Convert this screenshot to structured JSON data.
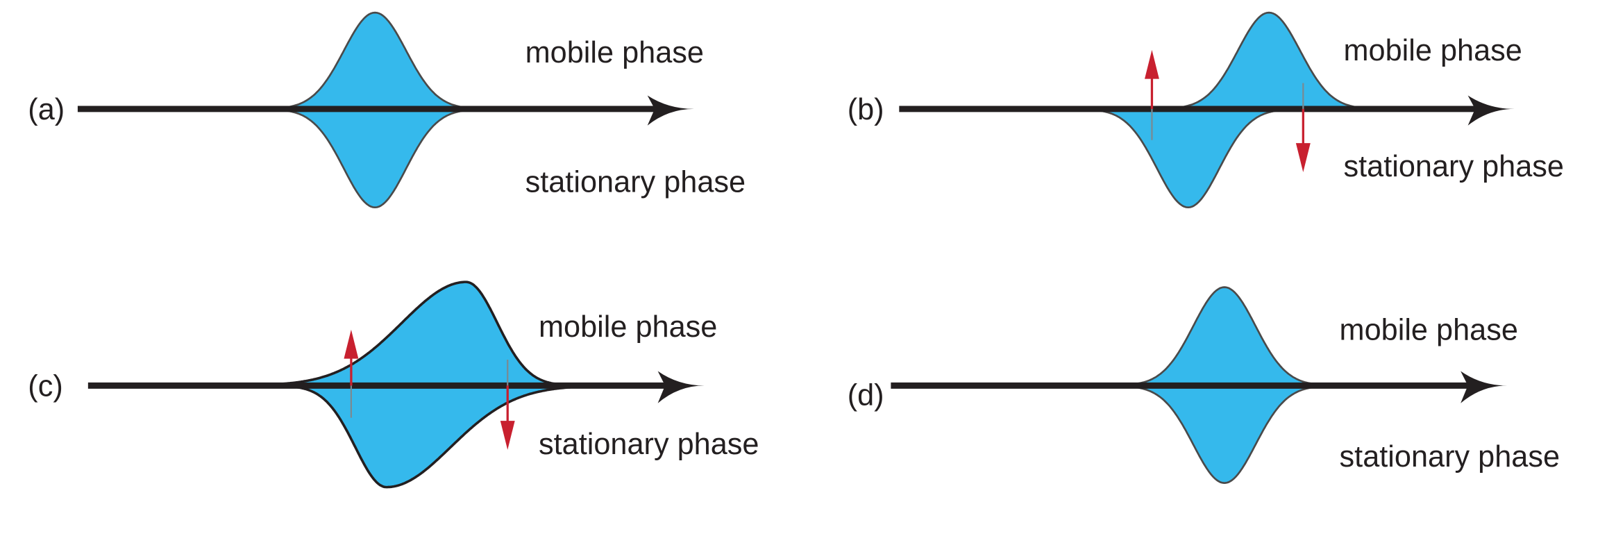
{
  "panels": [
    {
      "label": "(a)",
      "mobile": "mobile phase",
      "stationary": "stationary phase"
    },
    {
      "label": "(b)",
      "mobile": "mobile phase",
      "stationary": "stationary phase"
    },
    {
      "label": "(c)",
      "mobile": "mobile phase",
      "stationary": "stationary phase"
    },
    {
      "label": "(d)",
      "mobile": "mobile phase",
      "stationary": "stationary phase"
    }
  ],
  "colors": {
    "peak_fill": "#35b9ec",
    "axis": "#231f20",
    "arrow_red": "#c8202f"
  }
}
